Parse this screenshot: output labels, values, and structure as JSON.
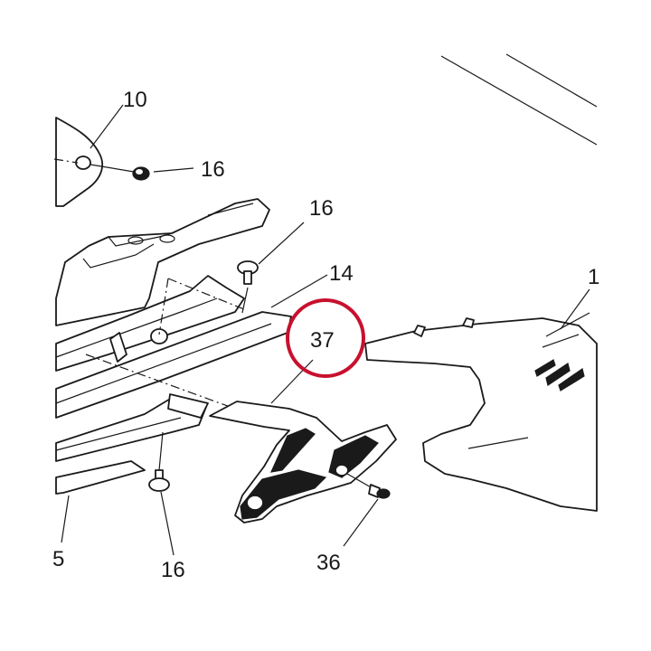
{
  "diagram": {
    "callouts": {
      "c10": "10",
      "c16_top_left": "16",
      "c16_top": "16",
      "c14": "14",
      "c1": "1",
      "c37": "37",
      "c5": "5",
      "c16_bottom": "16",
      "c36": "36"
    },
    "highlight": {
      "target": "37",
      "color": "#c8102e"
    }
  }
}
